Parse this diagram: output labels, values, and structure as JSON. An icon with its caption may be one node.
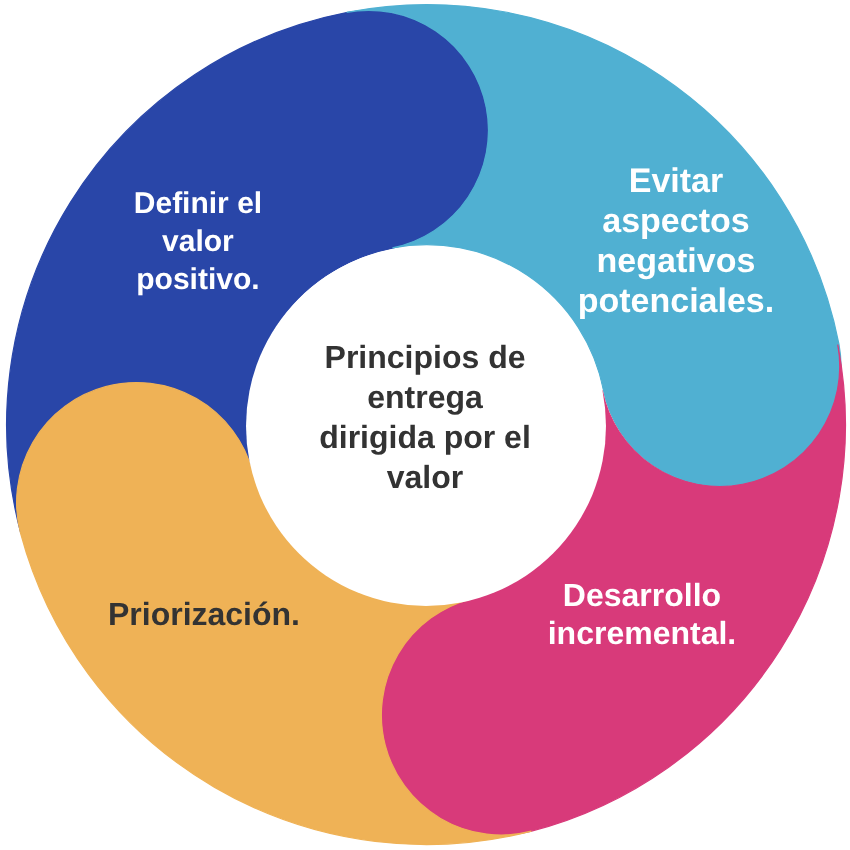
{
  "diagram": {
    "nodes": [
      {
        "text": [
          "Principios de entrega dirigida por el valor"
        ]
      },
      {
        "text": [
          "Definir el valor positivo."
        ]
      },
      {
        "text": [
          "Evitar aspectos negativos potenciales."
        ]
      },
      {
        "text": [
          "Desarrollo incremental."
        ]
      },
      {
        "text": [
          "Priorización."
        ]
      }
    ]
  }
}
